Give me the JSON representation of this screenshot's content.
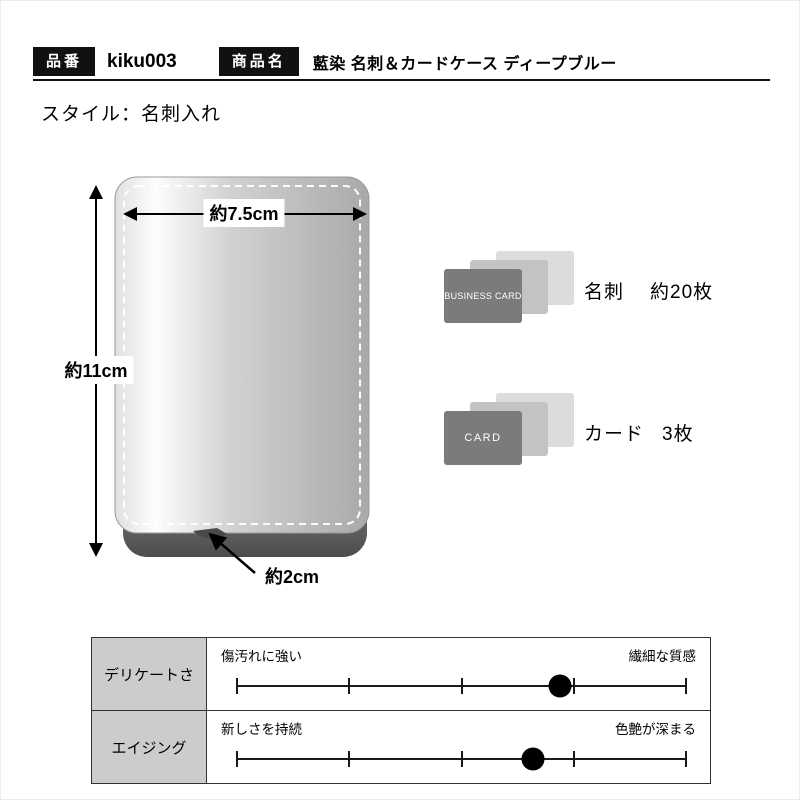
{
  "header": {
    "item_number_label": "品番",
    "item_number": "kiku003",
    "product_name_label": "商品名",
    "product_name": "藍染 名刺＆カードケース ディープブルー"
  },
  "style_line": "スタイル：名刺入れ",
  "dimensions": {
    "width": "約7.5cm",
    "height": "約11cm",
    "depth": "約2cm"
  },
  "capacity": [
    {
      "card_text": "BUSINESS CARD",
      "label": "名刺",
      "count": "約20枚"
    },
    {
      "card_text": "CARD",
      "label": "カード",
      "count": "3枚"
    }
  ],
  "table": {
    "rows": [
      {
        "name": "デリケートさ",
        "left": "傷汚れに強い",
        "right": "繊細な質感",
        "value": 0.72
      },
      {
        "name": "エイジング",
        "left": "新しさを持続",
        "right": "色艶が深まる",
        "value": 0.66
      }
    ]
  },
  "colors": {
    "tag_bg": "#111111",
    "tag_text": "#ffffff",
    "card_front": "#7b7b7b",
    "table_label_bg": "#cccccc",
    "rating_dot": "#000000"
  }
}
